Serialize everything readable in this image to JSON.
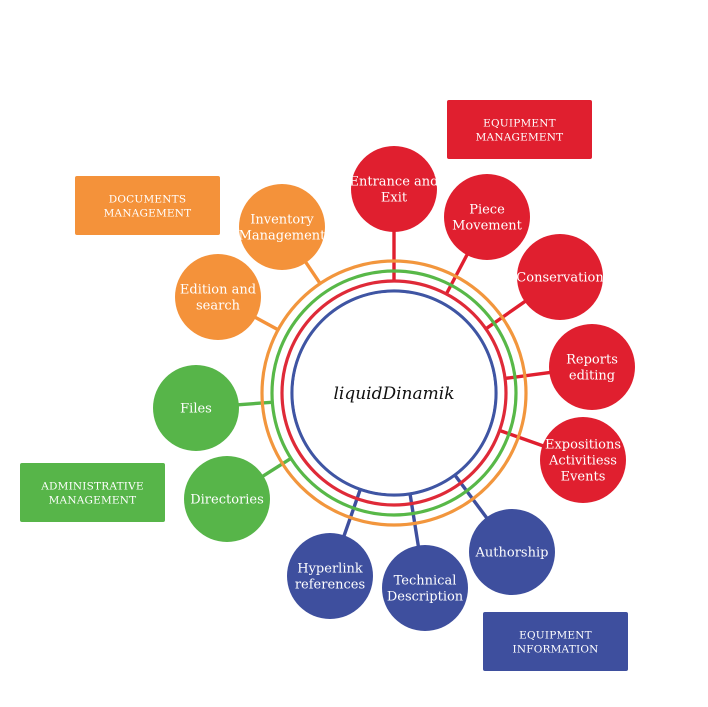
{
  "colors": {
    "orange": "#f4923a",
    "green": "#57b549",
    "red": "#e01f2f",
    "blue": "#3e4f9e",
    "ring_orange": "#f2963d",
    "ring_green": "#58b848",
    "ring_red": "#df2a38",
    "ring_blue": "#3f55a3"
  },
  "center": {
    "label": "liquidDinamik"
  },
  "categories": [
    {
      "id": "documents",
      "lines": [
        "DOCUMENTS",
        "MANAGEMENT"
      ],
      "color": "orange"
    },
    {
      "id": "equipment-management",
      "lines": [
        "EQUIPMENT",
        "MANAGEMENT"
      ],
      "color": "red"
    },
    {
      "id": "administrative",
      "lines": [
        "ADMINISTRATIVE",
        "MANAGEMENT"
      ],
      "color": "green"
    },
    {
      "id": "equipment-information",
      "lines": [
        "EQUIPMENT",
        "INFORMATION"
      ],
      "color": "blue"
    }
  ],
  "nodes": [
    {
      "id": "inventory-management",
      "lines": [
        "Inventory",
        "Management"
      ],
      "color": "orange"
    },
    {
      "id": "edition-and-search",
      "lines": [
        "Edition and",
        "search"
      ],
      "color": "orange"
    },
    {
      "id": "files",
      "lines": [
        "Files"
      ],
      "color": "green"
    },
    {
      "id": "directories",
      "lines": [
        "Directories"
      ],
      "color": "green"
    },
    {
      "id": "entrance-and-exit",
      "lines": [
        "Entrance and",
        "Exit"
      ],
      "color": "red"
    },
    {
      "id": "piece-movement",
      "lines": [
        "Piece",
        "Movement"
      ],
      "color": "red"
    },
    {
      "id": "conservation",
      "lines": [
        "Conservation"
      ],
      "color": "red"
    },
    {
      "id": "reports-editing",
      "lines": [
        "Reports",
        "editing"
      ],
      "color": "red"
    },
    {
      "id": "expositions-activities-events",
      "lines": [
        "Expositions",
        "Activitiess",
        "Events"
      ],
      "color": "red"
    },
    {
      "id": "authorship",
      "lines": [
        "Authorship"
      ],
      "color": "blue"
    },
    {
      "id": "technical-description",
      "lines": [
        "Technical",
        "Description"
      ],
      "color": "blue"
    },
    {
      "id": "hyperlink-references",
      "lines": [
        "Hyperlink",
        "references"
      ],
      "color": "blue"
    }
  ]
}
